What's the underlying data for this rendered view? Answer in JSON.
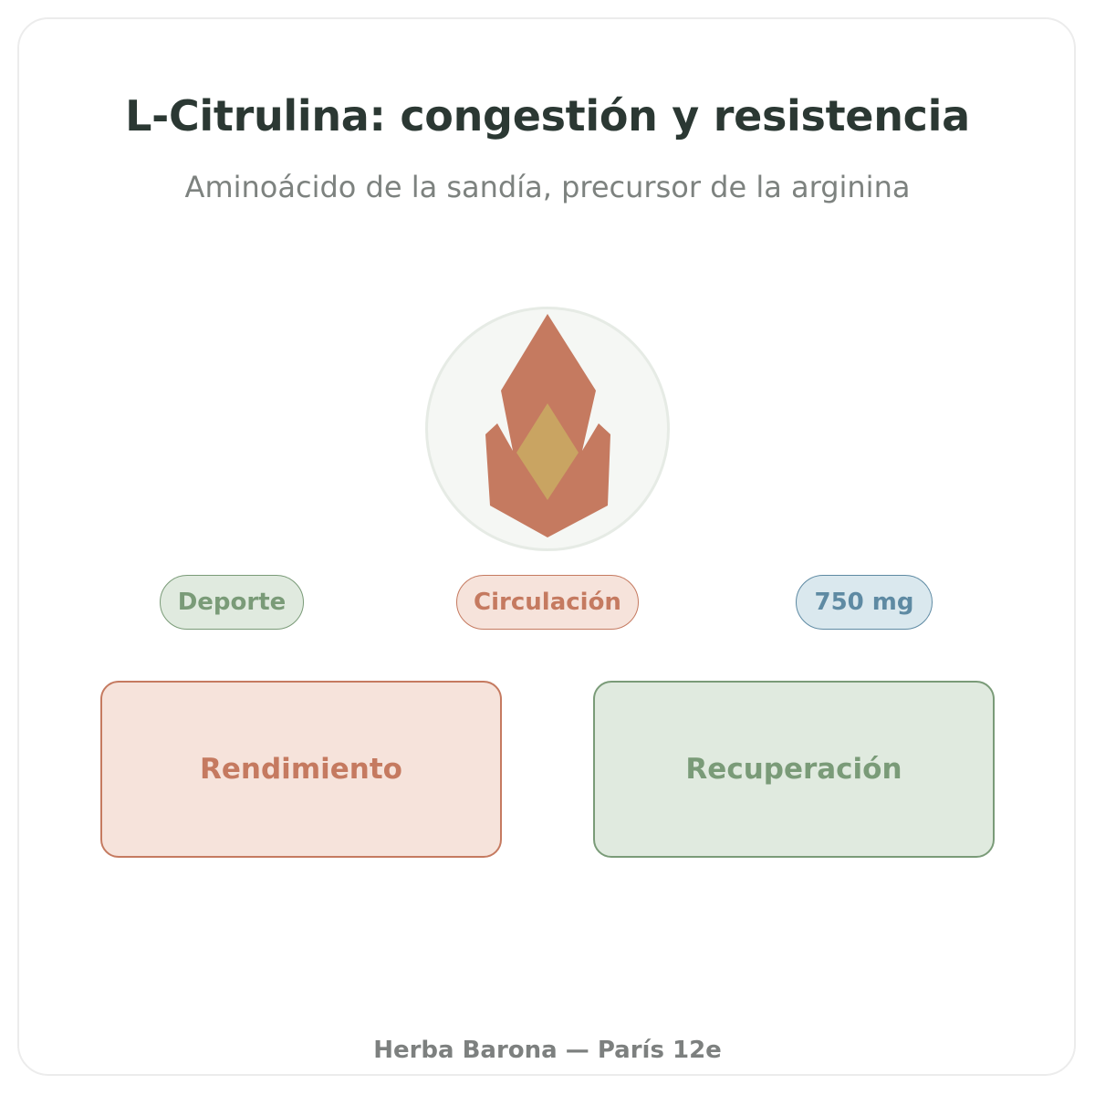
{
  "header": {
    "title": "L-Citrulina: congestión y resistencia",
    "subtitle": "Aminoácido de la sandía, precursor de la arginina"
  },
  "emblem": {
    "icon": "flame-icon",
    "colors": {
      "flame": "#c57a60",
      "core": "#c9a462",
      "circle": "#f5f7f4"
    }
  },
  "tags": {
    "sport": "Deporte",
    "circulation": "Circulación",
    "dose": "750 mg"
  },
  "benefits": {
    "performance": "Rendimiento",
    "recovery": "Recuperación"
  },
  "footer": {
    "text": "Herba Barona — París 12e"
  },
  "palette": {
    "rust": "#c57a60",
    "green": "#7a9b78",
    "blue": "#5e8aa3",
    "title": "#2b3833"
  }
}
